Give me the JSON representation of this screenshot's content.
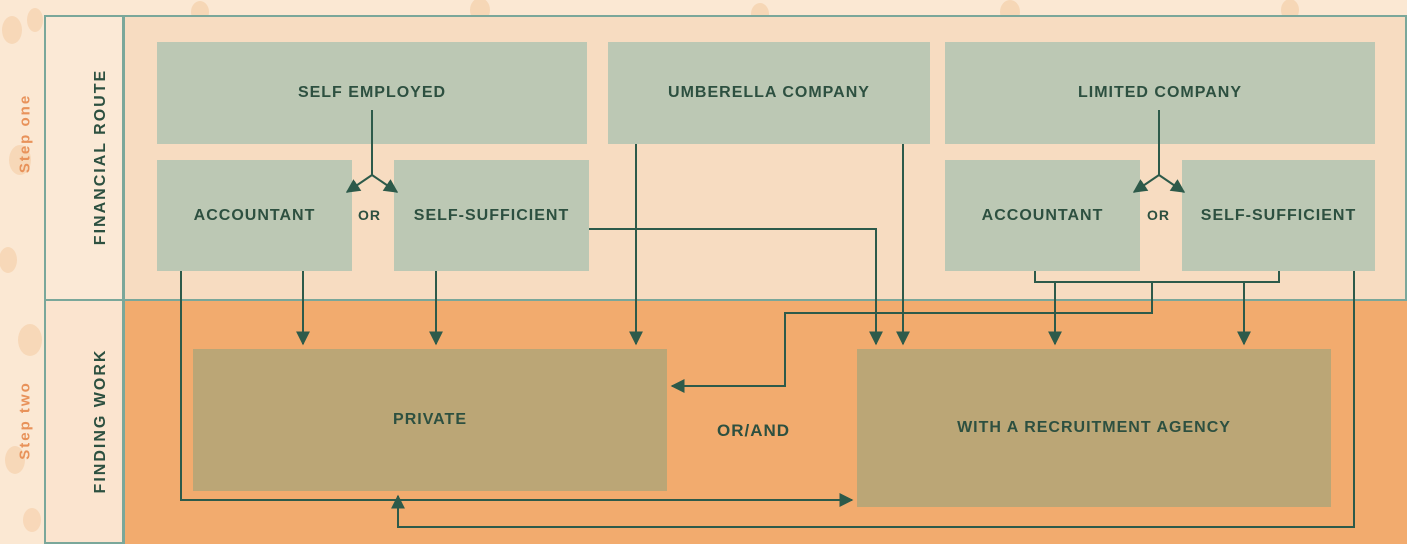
{
  "steps": {
    "step_one": "Step one",
    "step_two": "Step two"
  },
  "lanes": {
    "top": "FINANCIAL ROUTE",
    "bottom": "FINDING WORK"
  },
  "boxes": {
    "self_employed": "SELF EMPLOYED",
    "umbrella": "UMBERELLA COMPANY",
    "limited": "LIMITED COMPANY",
    "accountant_left": "ACCOUNTANT",
    "self_sufficient_left": "SELF-SUFFICIENT",
    "accountant_right": "ACCOUNTANT",
    "self_sufficient_right": "SELF-SUFFICIENT",
    "private": "PRIVATE",
    "agency": "WITH A RECRUITMENT AGENCY"
  },
  "connectors": {
    "or_left": "OR",
    "or_right": "OR",
    "or_and": "OR/AND"
  },
  "colors": {
    "arrow": "#2d5a4a",
    "top_lane": "#f7dcc1",
    "bottom_lane": "#f2ab6e",
    "route_box": "#bcc8b4",
    "work_box": "#bba676",
    "step_label": "#e8925a"
  }
}
